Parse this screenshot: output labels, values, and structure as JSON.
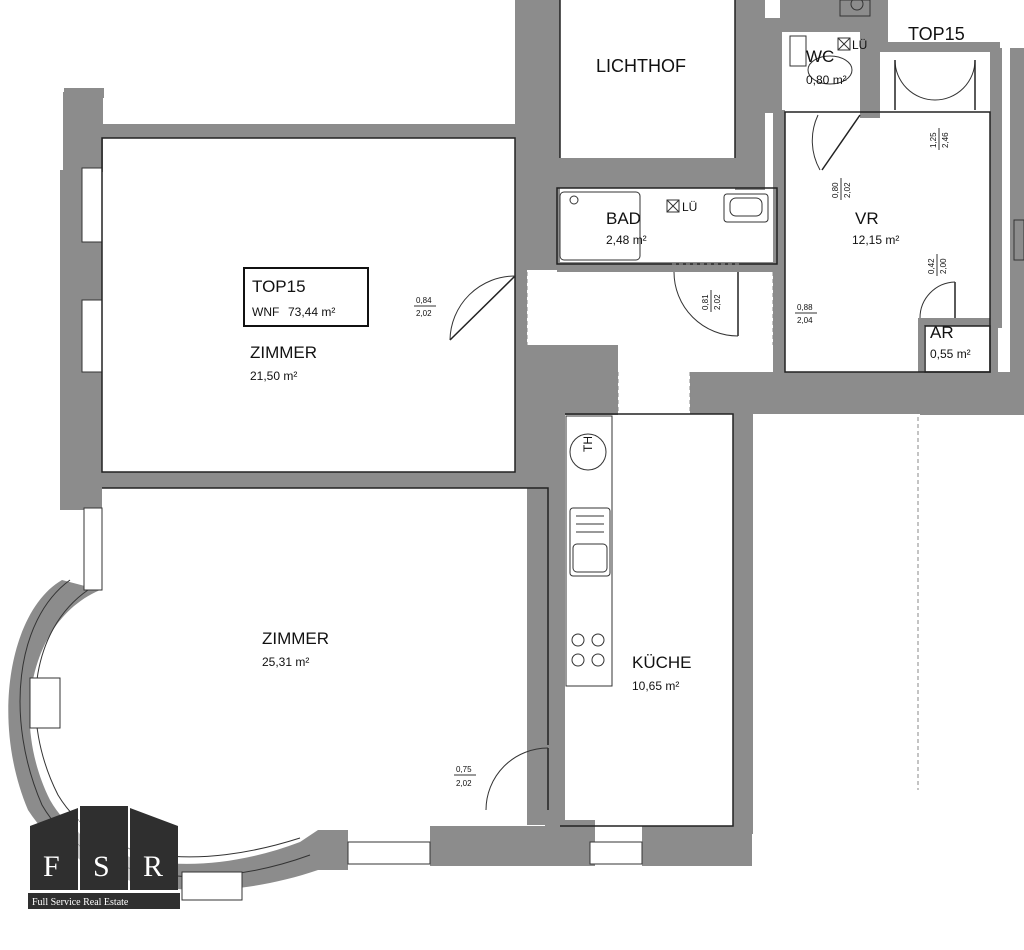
{
  "header": {
    "lichthof_label": "LICHTHOF",
    "unit_label": "TOP15"
  },
  "summary": {
    "unit": "TOP15",
    "wnf_label": "WNF",
    "wnf_value": "73,44 m²"
  },
  "rooms": {
    "zimmer1": {
      "name": "ZIMMER",
      "area": "21,50 m²"
    },
    "zimmer2": {
      "name": "ZIMMER",
      "area": "25,31 m²"
    },
    "kueche": {
      "name": "KÜCHE",
      "area": "10,65 m²"
    },
    "bad": {
      "name": "BAD",
      "area": "2,48 m²",
      "vent": "LÜ"
    },
    "wc": {
      "name": "WC",
      "area": "0,80 m²",
      "vent": "LÜ"
    },
    "vr": {
      "name": "VR",
      "area": "12,15 m²"
    },
    "ar": {
      "name": "AR",
      "area": "0,55 m²"
    }
  },
  "doors": {
    "d1": {
      "w": "0,84",
      "h": "2,02"
    },
    "d2": {
      "w": "0,81",
      "h": "2,02"
    },
    "d3": {
      "w": "0,88",
      "h": "2,04"
    },
    "d4": {
      "w": "0,80",
      "h": "2,02"
    },
    "d5": {
      "w": "1,25",
      "h": "2,46"
    },
    "d6": {
      "w": "0,42",
      "h": "2,00"
    },
    "d7": {
      "w": "0,75",
      "h": "2,02"
    }
  },
  "fixtures": {
    "heater_label": "TH"
  },
  "logo": {
    "letter1": "F",
    "letter2": "S",
    "letter3": "R",
    "tagline": "Full Service Real Estate"
  }
}
